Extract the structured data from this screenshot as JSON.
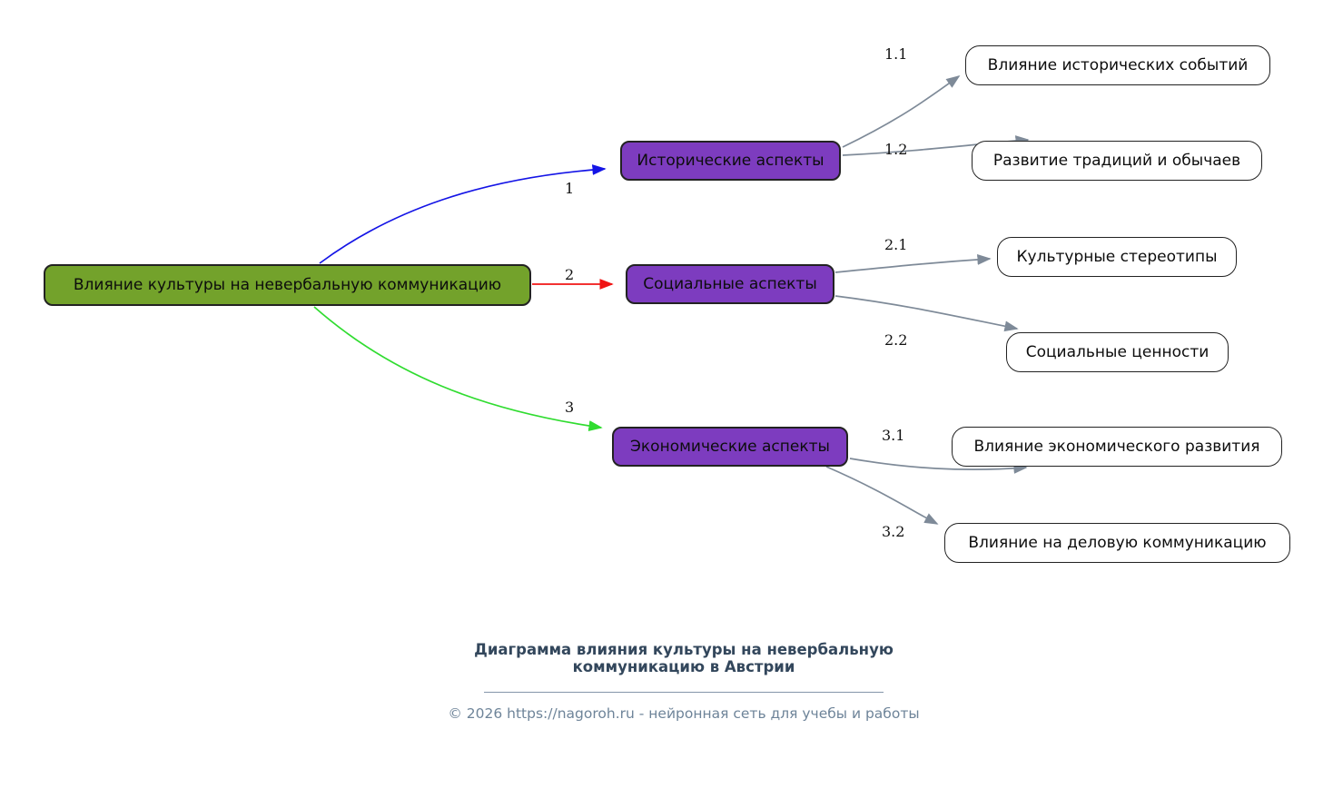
{
  "colors": {
    "root_fill": "#73a22b",
    "branch_fill": "#7d3cbf",
    "leaf_fill": "#ffffff",
    "node_border": "#222222",
    "node_text": "#0d0d0d",
    "edge_blue": "#1414e6",
    "edge_red": "#f01414",
    "edge_green": "#30dc30",
    "edge_gray": "#7e8a98",
    "caption_title": "#33475c",
    "caption_footer": "#6e8499"
  },
  "diagram": {
    "root": {
      "label": "Влияние культуры на невербальную коммуникацию"
    },
    "branches": [
      {
        "num": "1",
        "label": "Исторические аспекты",
        "children": [
          {
            "num": "1.1",
            "label": "Влияние исторических событий"
          },
          {
            "num": "1.2",
            "label": "Развитие традиций и обычаев"
          }
        ]
      },
      {
        "num": "2",
        "label": "Социальные аспекты",
        "children": [
          {
            "num": "2.1",
            "label": "Культурные стереотипы"
          },
          {
            "num": "2.2",
            "label": "Социальные ценности"
          }
        ]
      },
      {
        "num": "3",
        "label": "Экономические аспекты",
        "children": [
          {
            "num": "3.1",
            "label": "Влияние экономического развития"
          },
          {
            "num": "3.2",
            "label": "Влияние на деловую коммуникацию"
          }
        ]
      }
    ]
  },
  "caption": {
    "title": "Диаграмма влияния культуры на невербальную коммуникацию в Австрии",
    "footer": "© 2026 https://nagoroh.ru - нейронная сеть для учебы и работы"
  }
}
